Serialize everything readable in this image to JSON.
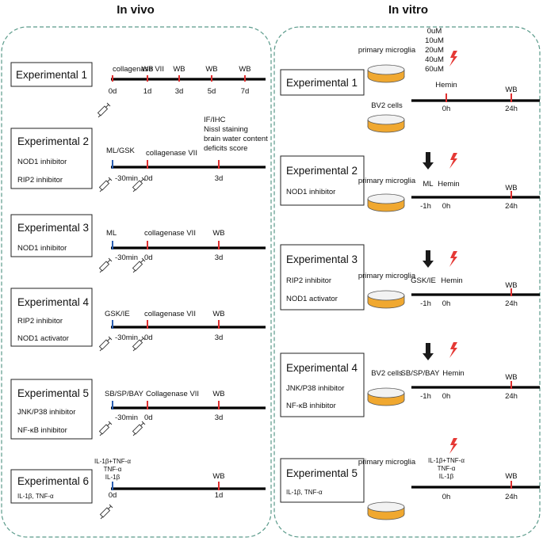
{
  "headers": {
    "left": "In vivo",
    "right": "In vitro"
  },
  "in_vivo": [
    {
      "title": "Experimental 1",
      "lines": [],
      "top": [
        "collagenase VII",
        "WB",
        "WB",
        "WB",
        "WB"
      ],
      "bottom": [
        "0d",
        "1d",
        "3d",
        "5d",
        "7d"
      ]
    },
    {
      "title": "Experimental 2",
      "lines": [
        "NOD1 inhibitor",
        "RIP2 inhibitor"
      ],
      "top": [
        "ML/GSK",
        "collagenase VII"
      ],
      "stack": [
        "IF/IHC",
        "Nissl staining",
        "brain water content",
        "deficits score"
      ],
      "bottom": [
        "-30min",
        "0d",
        "3d"
      ]
    },
    {
      "title": "Experimental 3",
      "lines": [
        "NOD1 inhibitor"
      ],
      "top": [
        "ML",
        "collagenase VII",
        "WB"
      ],
      "bottom": [
        "-30min",
        "0d",
        "3d"
      ]
    },
    {
      "title": "Experimental 4",
      "lines": [
        "RIP2 inhibitor",
        "NOD1 activator"
      ],
      "top": [
        "GSK/IE",
        "collagenase VII",
        "WB"
      ],
      "bottom": [
        "-30min",
        "0d",
        "3d"
      ]
    },
    {
      "title": "Experimental 5",
      "lines": [
        "JNK/P38 inhibitor",
        "NF-κB inhibitor"
      ],
      "top": [
        "SB/SP/BAY",
        "Collagenase VII",
        "WB"
      ],
      "bottom": [
        "-30min",
        "0d",
        "3d"
      ]
    },
    {
      "title": "Experimental 6",
      "lines": [
        "IL-1β, TNF-α"
      ],
      "stack": [
        "IL-1β+TNF-α",
        "TNF-α",
        "IL-1β"
      ],
      "top": [
        "WB"
      ],
      "bottom": [
        "0d",
        "1d"
      ]
    }
  ],
  "in_vitro": [
    {
      "title": "Experimental 1",
      "lines": [],
      "cells": [
        "primary microglia",
        "BV2 cells"
      ],
      "doses": [
        "0uM",
        "10uM",
        "20uM",
        "40uM",
        "60uM"
      ],
      "top": [
        "Hemin",
        "WB"
      ],
      "bottom": [
        "0h",
        "24h"
      ]
    },
    {
      "title": "Experimental 2",
      "lines": [
        "NOD1 inhibitor"
      ],
      "cells": [
        "primary microglia"
      ],
      "top": [
        "ML",
        "Hemin",
        "WB"
      ],
      "bottom": [
        "-1h",
        "0h",
        "24h"
      ]
    },
    {
      "title": "Experimental 3",
      "lines": [
        "RIP2 inhibitor",
        "NOD1 activator"
      ],
      "cells": [
        "primary microglia"
      ],
      "top": [
        "GSK/IE",
        "Hemin",
        "WB"
      ],
      "bottom": [
        "-1h",
        "0h",
        "24h"
      ]
    },
    {
      "title": "Experimental 4",
      "lines": [
        "JNK/P38 inhibitor",
        "NF-κB inhibitor"
      ],
      "cells": [
        "BV2 cells"
      ],
      "top": [
        "SB/SP/BAY",
        "Hemin",
        "WB"
      ],
      "bottom": [
        "-1h",
        "0h",
        "24h"
      ]
    },
    {
      "title": "Experimental 5",
      "lines": [
        "IL-1β, TNF-α"
      ],
      "cells": [
        "primary microglia"
      ],
      "stack": [
        "IL-1β+TNF-α",
        "TNF-α",
        "IL-1β"
      ],
      "top": [
        "WB"
      ],
      "bottom": [
        "0h",
        "24h"
      ]
    }
  ]
}
